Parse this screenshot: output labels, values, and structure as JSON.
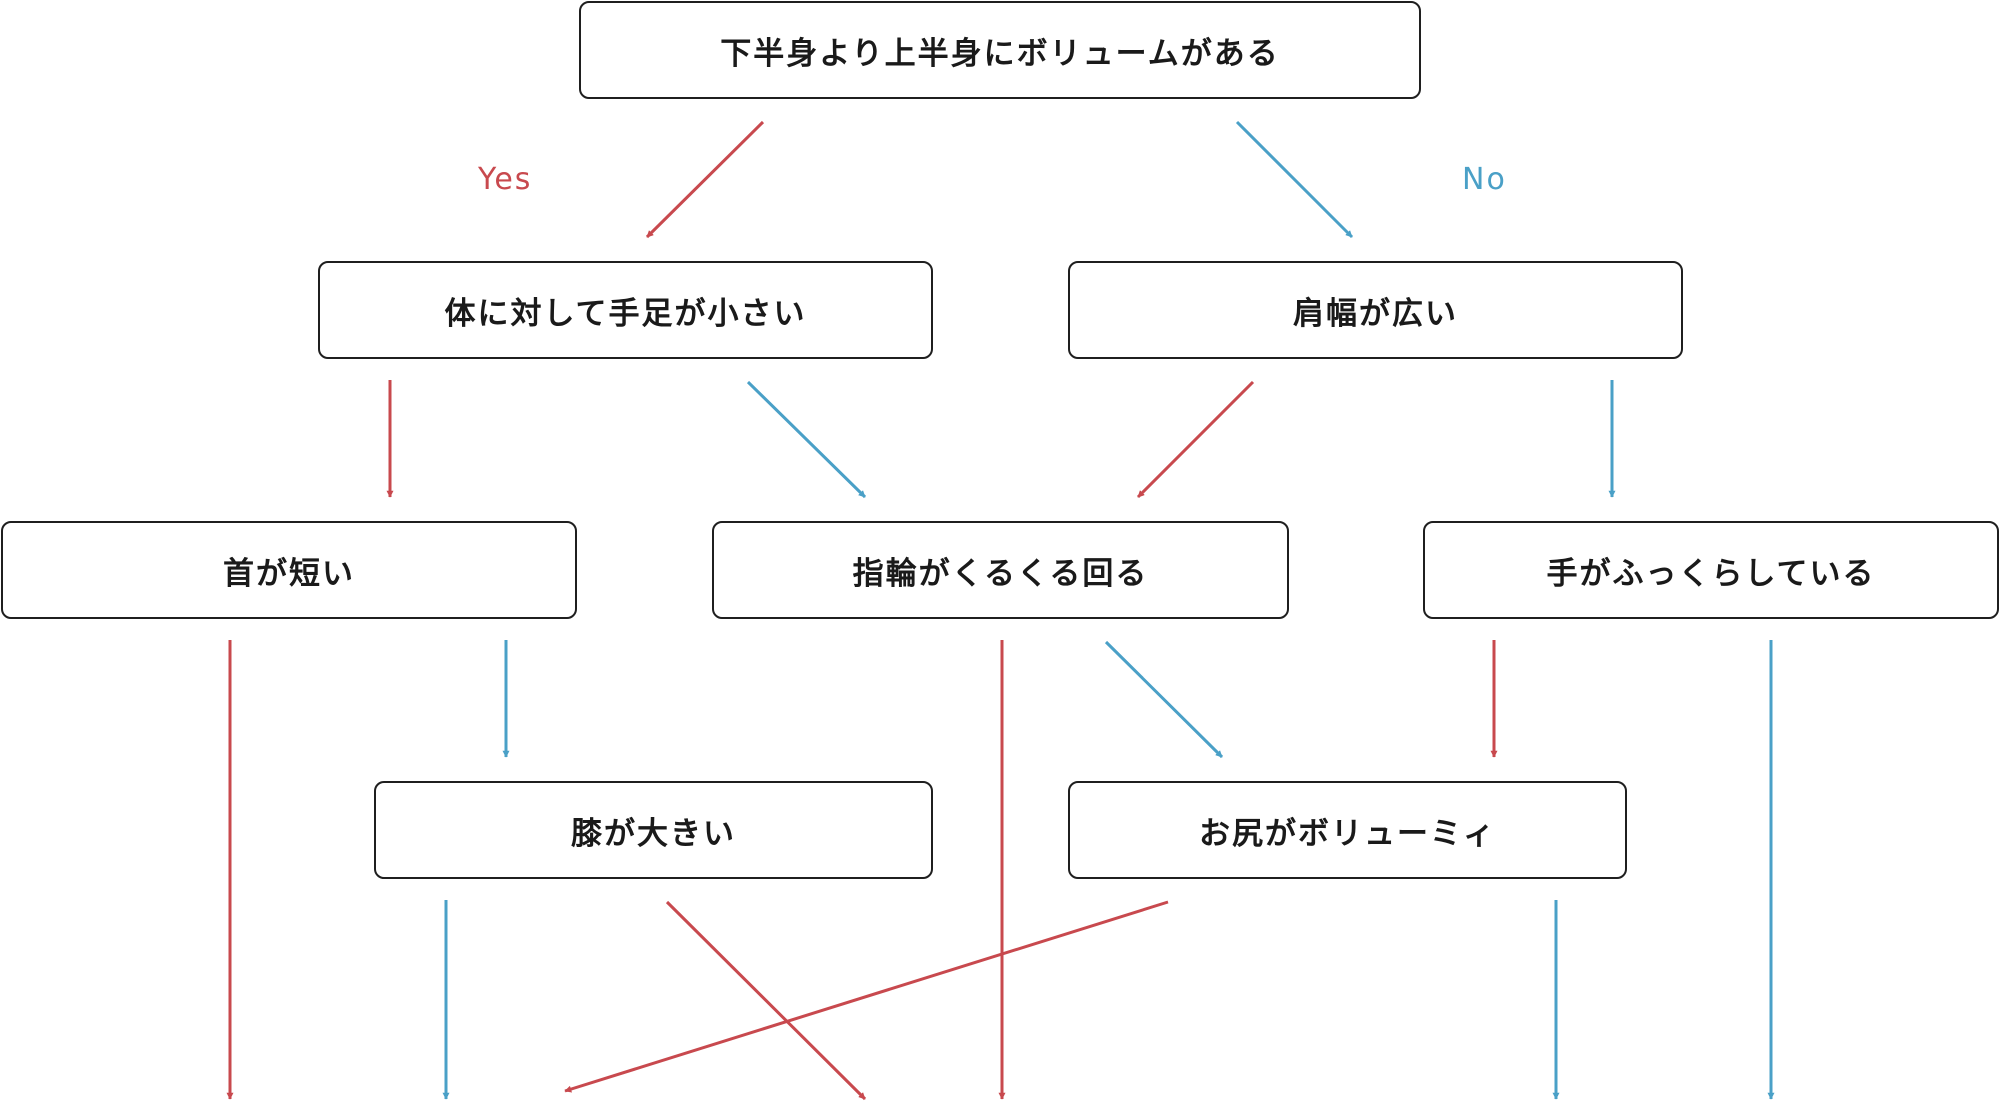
{
  "colors": {
    "yes": "#c8494e",
    "no": "#4aa0c7",
    "border": "#1f1f1f"
  },
  "branches": {
    "yes": "Yes",
    "no": "No"
  },
  "nodes": {
    "root": "下半身より上半身にボリュームがある",
    "small_limbs": "体に対して手足が小さい",
    "wide_shoulders": "肩幅が広い",
    "short_neck": "首が短い",
    "ring_spins": "指輪がくるくる回る",
    "plump_hands": "手がふっくらしている",
    "big_knees": "膝が大きい",
    "voluminous_hips": "お尻がボリューミィ"
  },
  "edges": [
    {
      "from": "root",
      "to": "small_limbs",
      "answer": "yes"
    },
    {
      "from": "root",
      "to": "wide_shoulders",
      "answer": "no"
    },
    {
      "from": "small_limbs",
      "to": "short_neck",
      "answer": "yes"
    },
    {
      "from": "small_limbs",
      "to": "ring_spins",
      "answer": "no"
    },
    {
      "from": "wide_shoulders",
      "to": "ring_spins",
      "answer": "yes"
    },
    {
      "from": "wide_shoulders",
      "to": "plump_hands",
      "answer": "no"
    },
    {
      "from": "short_neck",
      "to": "end-1",
      "answer": "yes"
    },
    {
      "from": "short_neck",
      "to": "big_knees",
      "answer": "no"
    },
    {
      "from": "ring_spins",
      "to": "end-5",
      "answer": "yes"
    },
    {
      "from": "ring_spins",
      "to": "voluminous_hips",
      "answer": "no"
    },
    {
      "from": "plump_hands",
      "to": "voluminous_hips",
      "answer": "yes"
    },
    {
      "from": "plump_hands",
      "to": "end-7",
      "answer": "no"
    },
    {
      "from": "big_knees",
      "to": "end-2",
      "answer": "no"
    },
    {
      "from": "big_knees",
      "to": "end-4",
      "answer": "yes"
    },
    {
      "from": "voluminous_hips",
      "to": "end-3",
      "answer": "yes"
    },
    {
      "from": "voluminous_hips",
      "to": "end-6",
      "answer": "no"
    }
  ]
}
